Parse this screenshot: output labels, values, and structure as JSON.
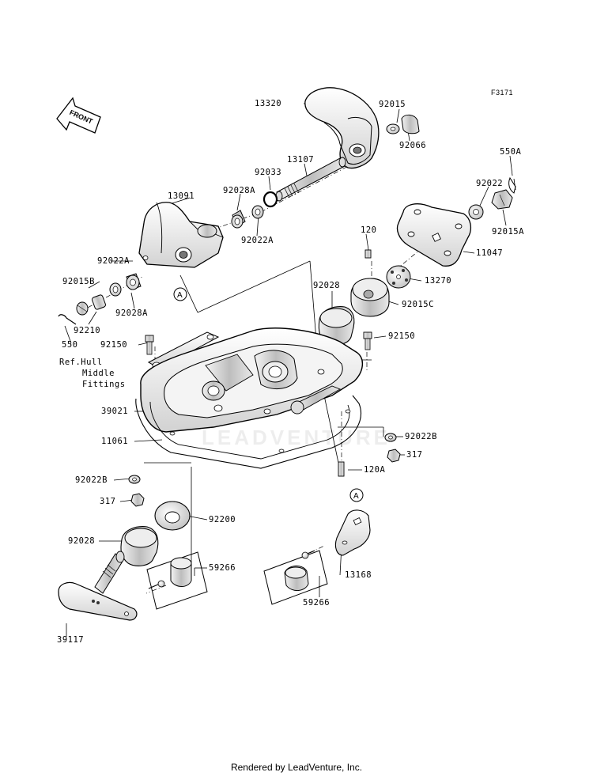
{
  "figure_ref": "F3171",
  "front_arrow_label": "FRONT",
  "watermark": "LEADVENTURE",
  "footer": "Rendered by LeadVenture, Inc.",
  "callout_marker": "A",
  "labels": {
    "p13320": "13320",
    "p92015": "92015",
    "p92066": "92066",
    "p13107": "13107",
    "p92033": "92033",
    "p550A": "550A",
    "p92022": "92022",
    "p13091": "13091",
    "p92028A_top": "92028A",
    "p92022A_top": "92022A",
    "p92015A": "92015A",
    "p120": "120",
    "p11047": "11047",
    "p92022A_left": "92022A",
    "p13270": "13270",
    "p92015B": "92015B",
    "p92028A_left": "92028A",
    "p92028_mid": "92028",
    "p92015C": "92015C",
    "p92210": "92210",
    "p550": "550",
    "p92150_left": "92150",
    "p92150_right": "92150",
    "ref_hull_1": "Ref.Hull",
    "ref_hull_2": "Middle",
    "ref_hull_3": "Fittings",
    "p39021": "39021",
    "p11061": "11061",
    "p92022B_right": "92022B",
    "p317_right": "317",
    "p120A": "120A",
    "p92022B_left": "92022B",
    "p317_left": "317",
    "p92200": "92200",
    "p92028_low": "92028",
    "p59266_left": "59266",
    "p13168": "13168",
    "p59266_right": "59266",
    "p39117": "39117"
  },
  "colors": {
    "line": "#000000",
    "fill_light": "#ffffff",
    "shade": "#dcdcdc",
    "shade_dark": "#a8a8a8"
  }
}
